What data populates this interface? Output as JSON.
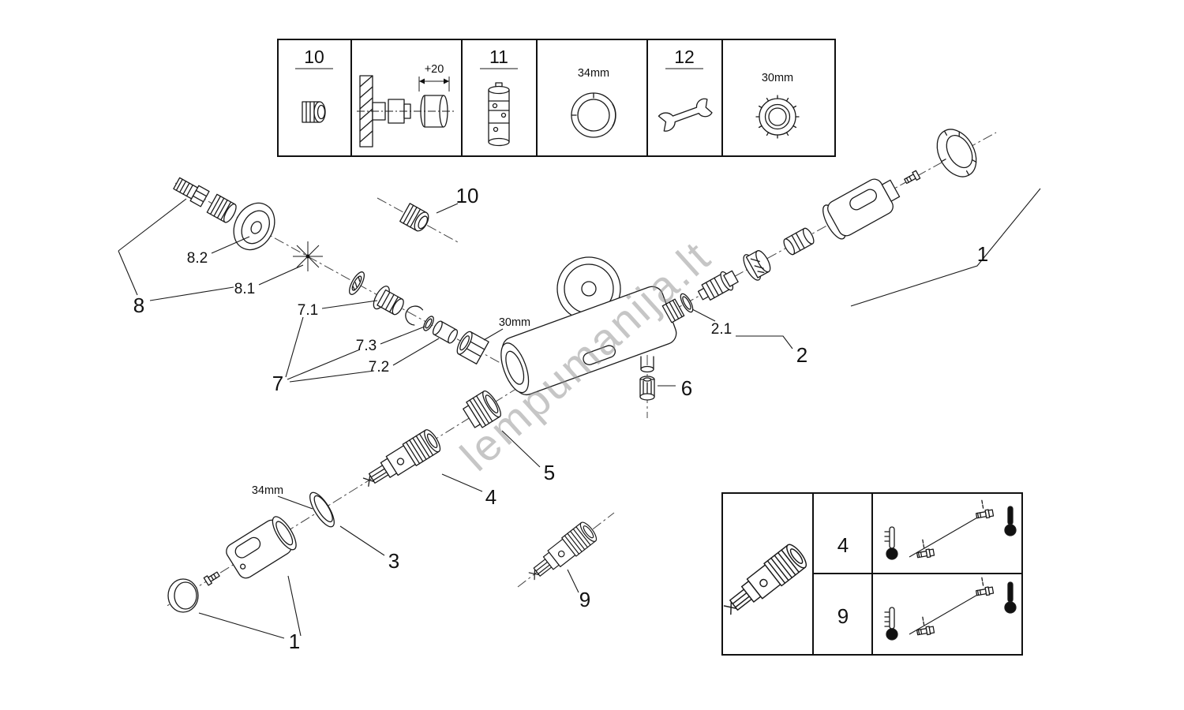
{
  "watermark": {
    "text": "lempumanija.lt"
  },
  "top_legend": {
    "panel_10_label": "10",
    "panel_wall_dim": "+20",
    "panel_11_label": "11",
    "panel_ring_dim": "34mm",
    "panel_12_label": "12",
    "panel_nut_dim": "30mm"
  },
  "callouts": {
    "part_10": "10",
    "part_8_2": "8.2",
    "part_8_1": "8.1",
    "part_8": "8",
    "part_7_1": "7.1",
    "part_7_3": "7.3",
    "part_7_2": "7.2",
    "part_7": "7",
    "nut_dim": "30mm",
    "part_6": "6",
    "part_2_1": "2.1",
    "part_2": "2",
    "part_1_right": "1",
    "part_5": "5",
    "part_4": "4",
    "part_3": "3",
    "ring_dim": "34mm",
    "part_9": "9",
    "part_1_left": "1"
  },
  "bottom_legend": {
    "row_4_label": "4",
    "row_9_label": "9"
  }
}
